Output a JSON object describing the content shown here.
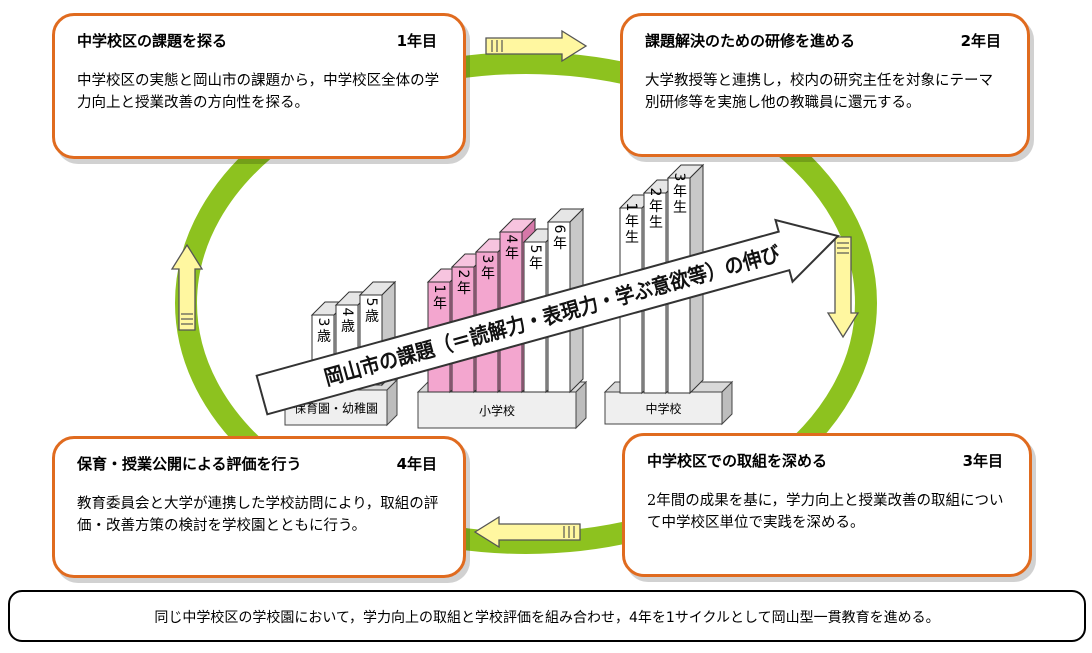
{
  "colors": {
    "ring": "#8dc21f",
    "card_border": "#e06b1f",
    "cycle_arrow_fill": "#fff7a0",
    "highlight_book": "#f3a6cf"
  },
  "stages": [
    {
      "title": "中学校区の課題を探る",
      "year": "1年目",
      "body": "中学校区の実態と岡山市の課題から，中学校区全体の学力向上と授業改善の方向性を探る。"
    },
    {
      "title": "課題解決のための研修を進める",
      "year": "2年目",
      "body": "大学教授等と連携し，校内の研究主任を対象にテーマ別研修等を実施し他の教職員に還元する。"
    },
    {
      "title": "中学校区での取組を深める",
      "year": "3年目",
      "body": "2年間の成果を基に，学力向上と授業改善の取組について中学校区単位で実践を深める。"
    },
    {
      "title": "保育・授業公開による評価を行う",
      "year": "4年目",
      "body": "教育委員会と大学が連携した学校訪問により，取組の評価・改善方策の検討を学校園とともに行う。"
    }
  ],
  "center": {
    "arrow_label": "岡山市の課題（＝読解力・表現力・学ぶ意欲等）の伸び",
    "groups": [
      {
        "label": "保育園・幼稚園",
        "books": [
          "3歳",
          "4歳",
          "5歳"
        ]
      },
      {
        "label": "小学校",
        "books": [
          "1年",
          "2年",
          "3年",
          "4年",
          "5年",
          "6年"
        ]
      },
      {
        "label": "中学校",
        "books": [
          "1年生",
          "2年生",
          "3年生"
        ]
      }
    ]
  },
  "footer": {
    "text": "同じ中学校区の学校園において，学力向上の取組と学校評価を組み合わせ，4年を1サイクルとして岡山型一貫教育を進める。"
  }
}
